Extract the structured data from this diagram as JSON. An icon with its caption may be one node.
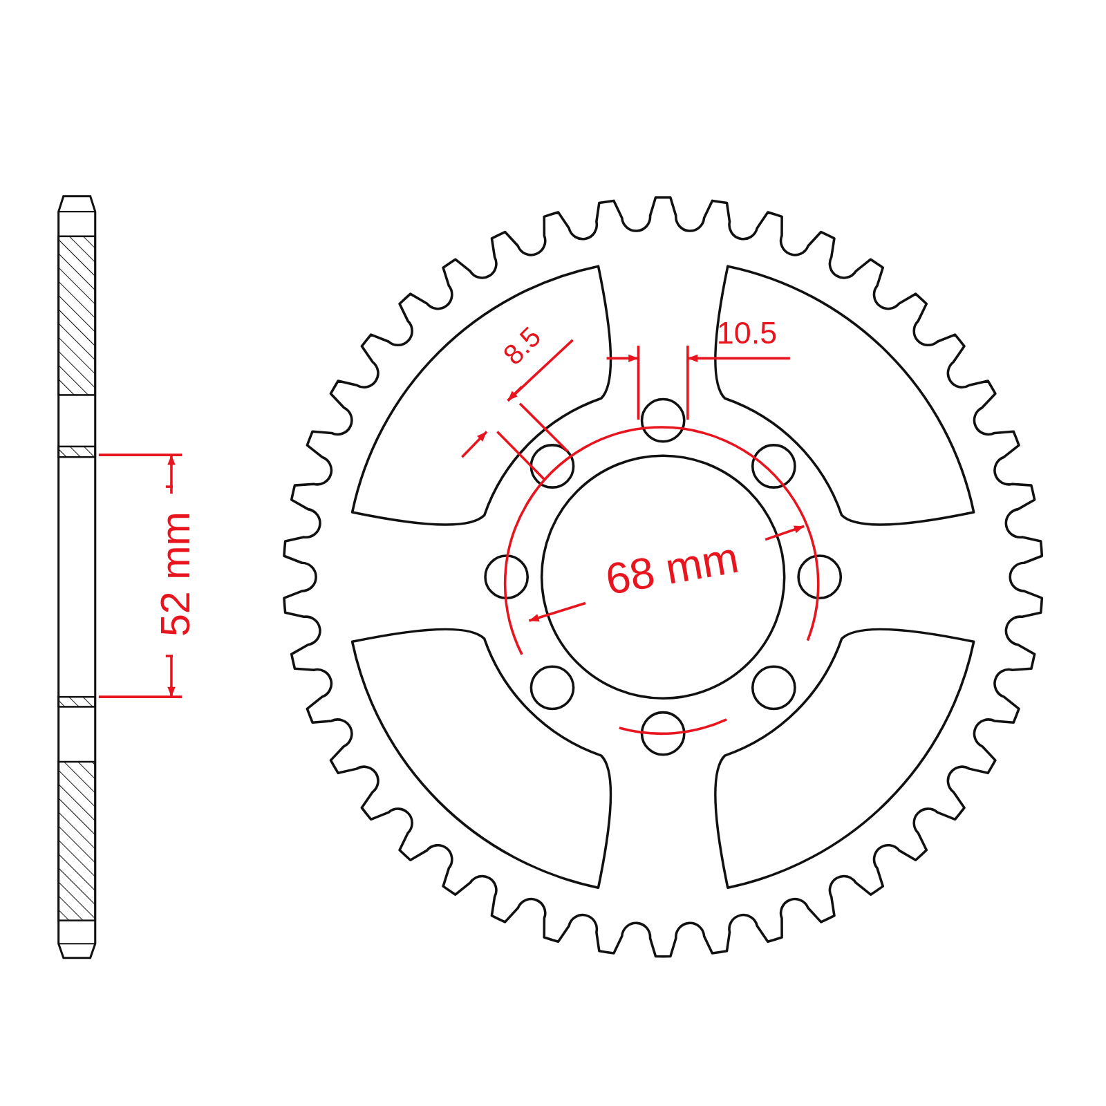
{
  "diagram": {
    "labels": [
      "8.5",
      "10.5",
      "52 mm",
      "68 mm"
    ]
  }
}
